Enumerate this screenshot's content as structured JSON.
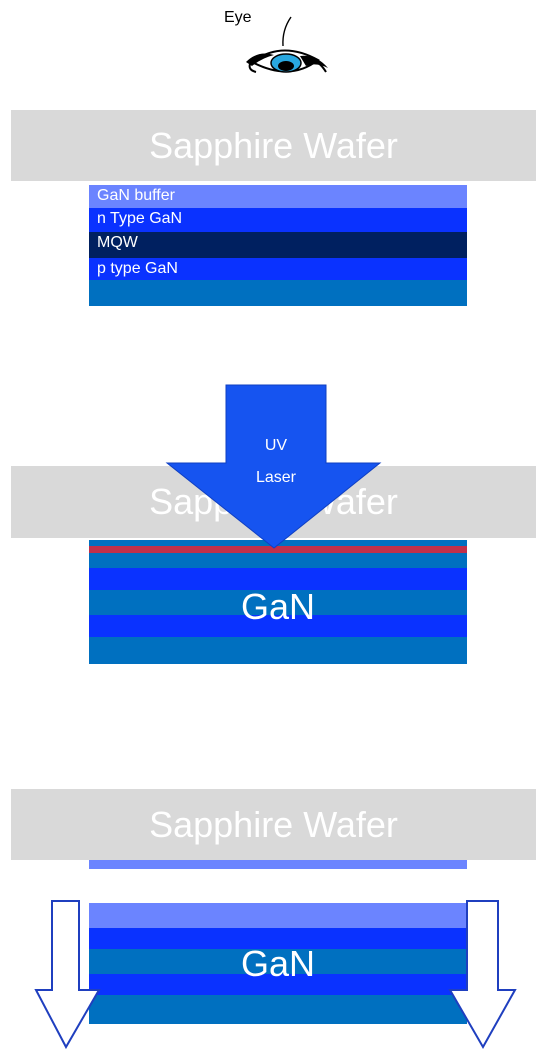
{
  "eye": {
    "label": "Eye"
  },
  "stage1": {
    "wafer_label": "Sapphire Wafer",
    "layers": [
      {
        "label": "GaN buffer",
        "color": "#6b84ff"
      },
      {
        "label": "n Type GaN",
        "color": "#0a32ff"
      },
      {
        "label": "MQW",
        "color": "#002060"
      },
      {
        "label": "p type GaN",
        "color": "#0a32ff"
      },
      {
        "label": "",
        "color": "#0070c0"
      }
    ]
  },
  "stage2": {
    "wafer_label": "Sapphire Wafer",
    "laser_label_line1": "UV",
    "laser_label_line2": "Laser",
    "stack_label": "GaN",
    "laser_color": "#1654f0",
    "interface_color": "#c0304a"
  },
  "stage3": {
    "wafer_label": "Sapphire Wafer",
    "stack_label": "GaN"
  },
  "colors": {
    "wafer": "#d9d9d9",
    "buffer": "#6b84ff",
    "ntype": "#0a32ff",
    "mqw": "#002060",
    "steel": "#0070c0",
    "arrow_outline": "#1f3fbf"
  }
}
